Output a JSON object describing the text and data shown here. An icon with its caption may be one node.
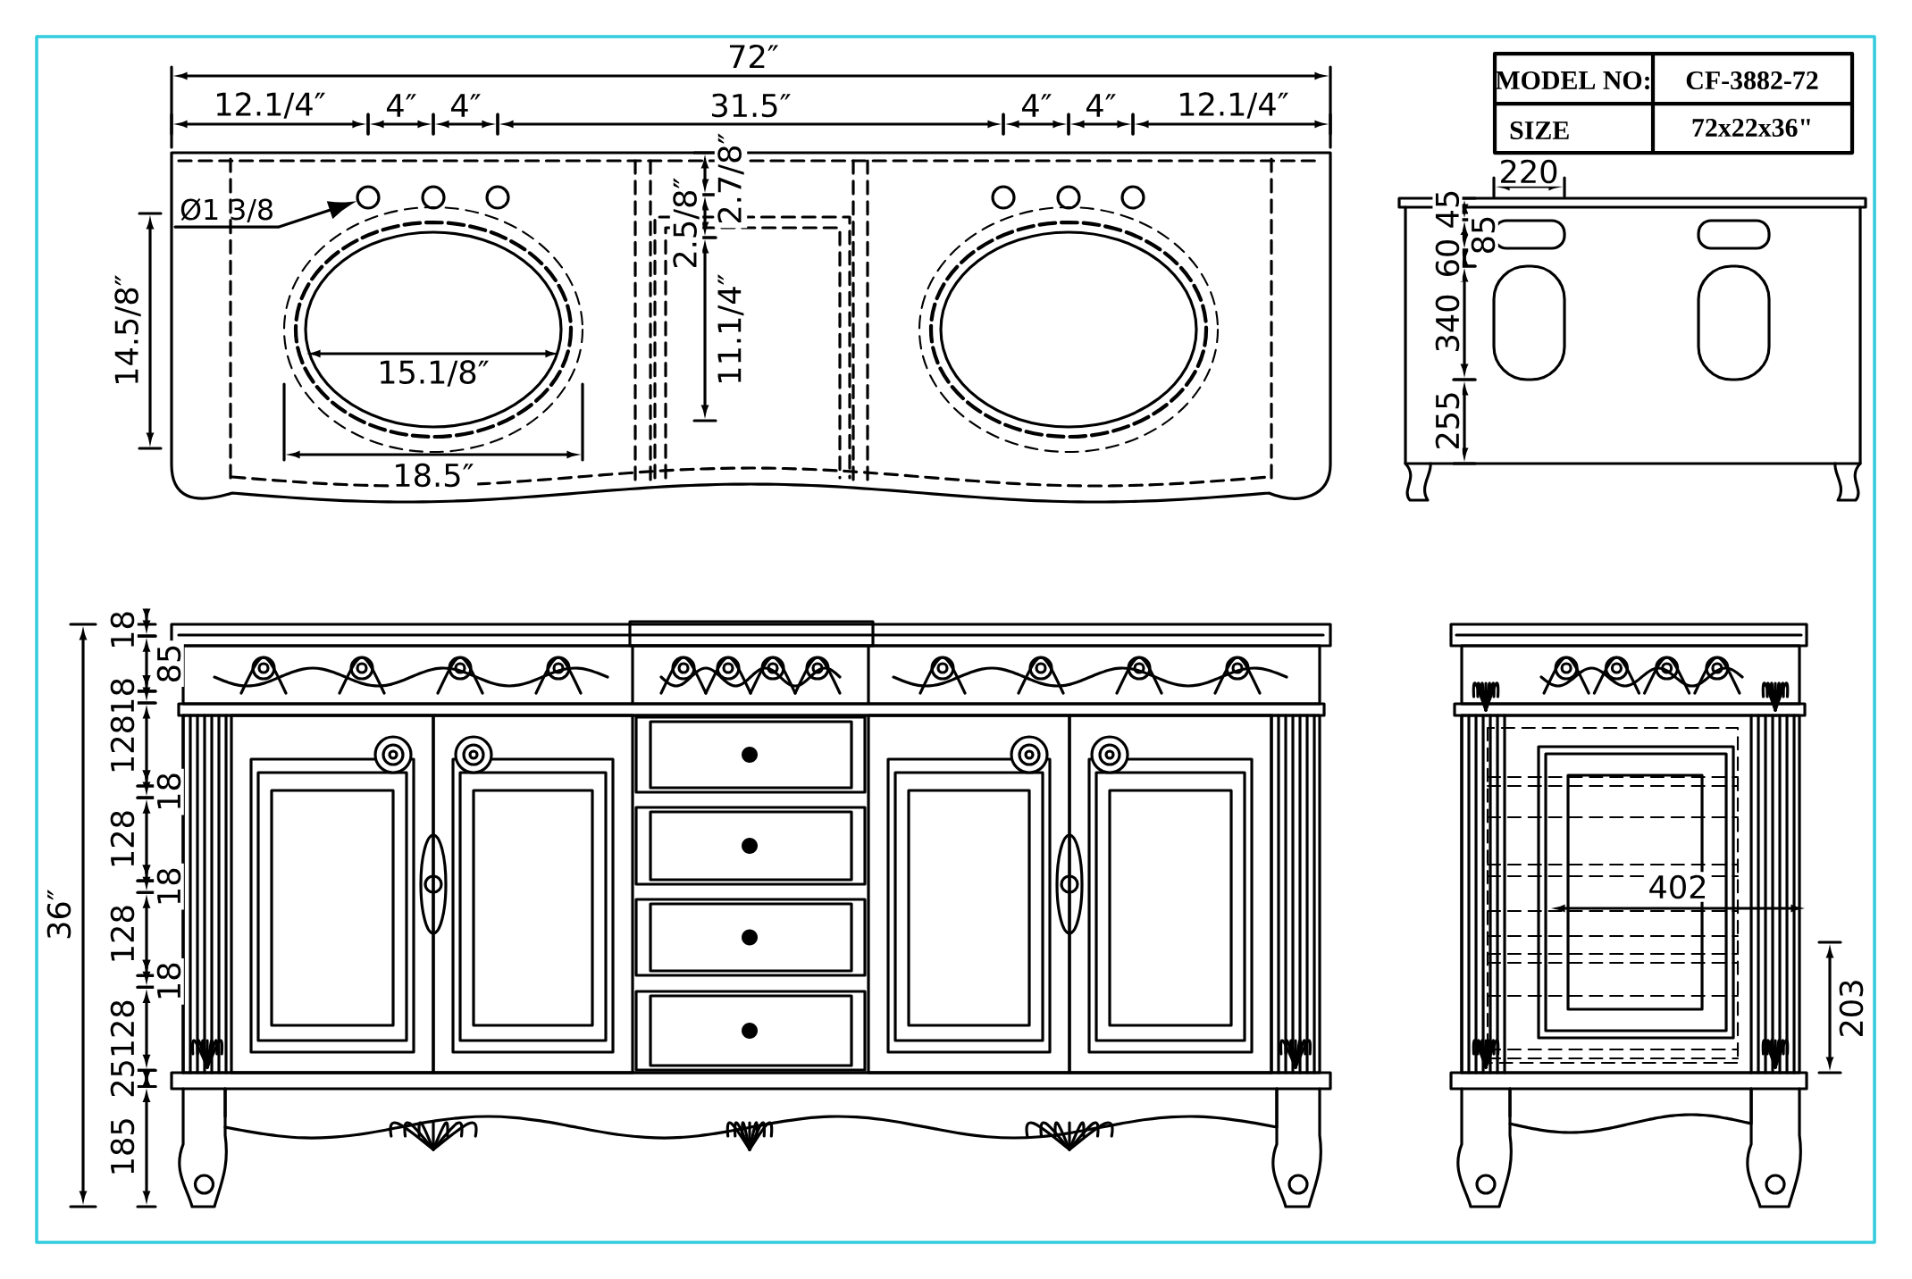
{
  "diagram": {
    "nodes": [
      {
        "text": [
          "Ø1 3/8"
        ]
      },
      {
        "text": [],
        "shape": "circle"
      }
    ],
    "edges": [
      {
        "from": 0,
        "to": 1,
        "arrow": "to"
      }
    ],
    "labels": [
      "MODEL NO:",
      "CF-3882-72",
      "SIZE",
      "72x22x36\"",
      "72″",
      "12.1/4″",
      "4″",
      "4″",
      "31.5″",
      "4″",
      "4″",
      "12.1/4″",
      "220",
      "45",
      "85",
      "60",
      "340",
      "255",
      "14.5/8″",
      "2.7/8″",
      "2.5/8″",
      "11.1/4″",
      "15.1/8″",
      "18.5″",
      "18",
      "85",
      "18",
      "128",
      "18",
      "128",
      "18",
      "128",
      "18",
      "128",
      "25",
      "185",
      "36″",
      "402",
      "203"
    ]
  }
}
